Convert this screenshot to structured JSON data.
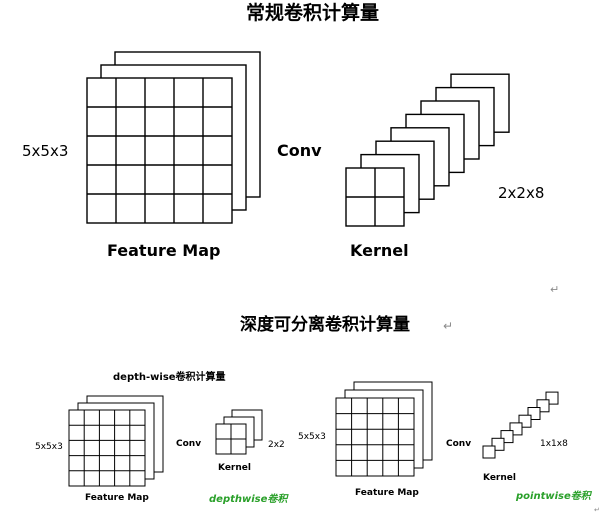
{
  "top_section": {
    "title": "常规卷积计算量",
    "input_dims": "5x5x3",
    "feature_map_label": "Feature Map",
    "conv_label": "Conv",
    "kernel_label": "Kernel",
    "kernel_dims": "2x2x8",
    "return_mark": "↵"
  },
  "bottom_section": {
    "title": "深度可分离卷积计算量",
    "title_mark": "↵",
    "subtitle": "depth-wise卷积计算量",
    "left": {
      "input_dims": "5x5x3",
      "conv_label": "Conv",
      "kernel_label": "Kernel",
      "kernel_dims": "2x2",
      "feature_map_label": "Feature Map",
      "caption": "depthwise卷积"
    },
    "right": {
      "input_dims": "5x5x3",
      "conv_label": "Conv",
      "kernel_label": "Kernel",
      "kernel_dims": "1x1x8",
      "feature_map_label": "Feature Map",
      "caption": "pointwise卷积"
    },
    "corner_mark": "↵"
  },
  "colors": {
    "stroke": "#000000",
    "caption_green": "#2aa02a",
    "background": "#ffffff"
  }
}
